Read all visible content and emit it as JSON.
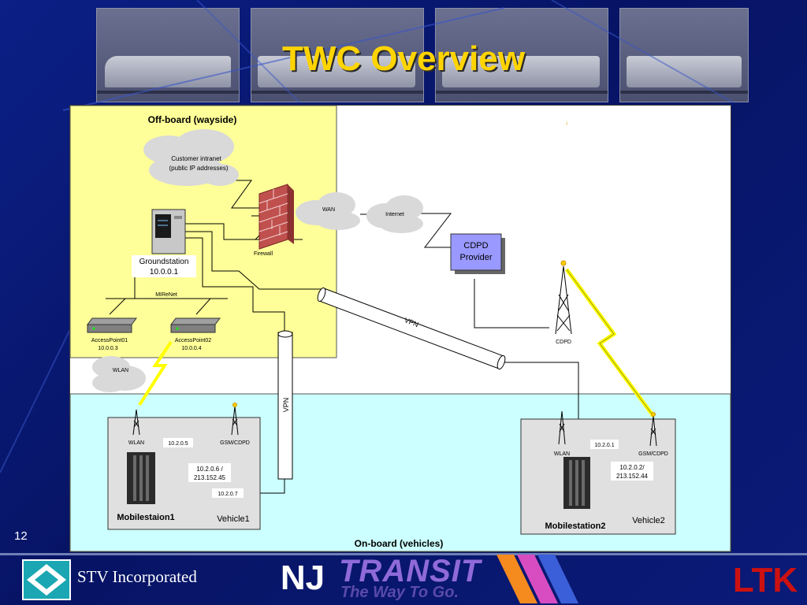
{
  "slide": {
    "title": "TWC Overview",
    "page_number": "12",
    "footer": {
      "company": "STV Incorporated",
      "logo_mark": "NJ",
      "logo_words": "TRANSIT",
      "logo_tagline": "The Way To Go.",
      "ltk_logo": "LTK"
    }
  },
  "colors": {
    "wayside_zone": "#ffff99",
    "vehicle_zone": "#ccffff",
    "box": "#e0e0e0",
    "cdpd_box": "#9999ff",
    "firewall": "#c0504d",
    "lightning": "#ffff00"
  },
  "diagram": {
    "offboard_label": "Off-board  (wayside)",
    "onboard_label": "On-board  (vehicles)",
    "customer_intranet_1": "Customer intranet",
    "customer_intranet_2": "(public IP addresses)",
    "firewall": "Firewall",
    "wan": "WAN",
    "internet": "Internet",
    "cdpd_provider_1": "CDPD",
    "cdpd_provider_2": "Provider",
    "cdpd": "CDPD",
    "groundstation_1": "Groundstation",
    "groundstation_2": "10.0.0.1",
    "mirenet": "MIReNet",
    "ap1_1": "AccessPoint01",
    "ap1_2": "10.0.0.3",
    "ap2_1": "AccessPoint02",
    "ap2_2": "10.0.0.4",
    "wlan_cloud": "WLAN",
    "vpn_horizontal": "VPN",
    "vpn_vertical": "VPN",
    "v1": {
      "wlan": "WLAN",
      "gsm": "GSM/CDPD",
      "ip_wlan": "10.2.0.5",
      "ip_gsm_1": "10.2.0.6 /",
      "ip_gsm_2": "213.152.45",
      "ip_vpn": "10.2.0.7",
      "station": "Mobilestaion1",
      "vehicle": "Vehicle1"
    },
    "v2": {
      "wlan": "WLAN",
      "gsm": "GSM/CDPD",
      "ip_wlan": "10.2.0.1",
      "ip_gsm_1": "10.2.0.2/",
      "ip_gsm_2": "213.152.44",
      "station": "Mobilestation2",
      "vehicle": "Vehicle2"
    }
  }
}
